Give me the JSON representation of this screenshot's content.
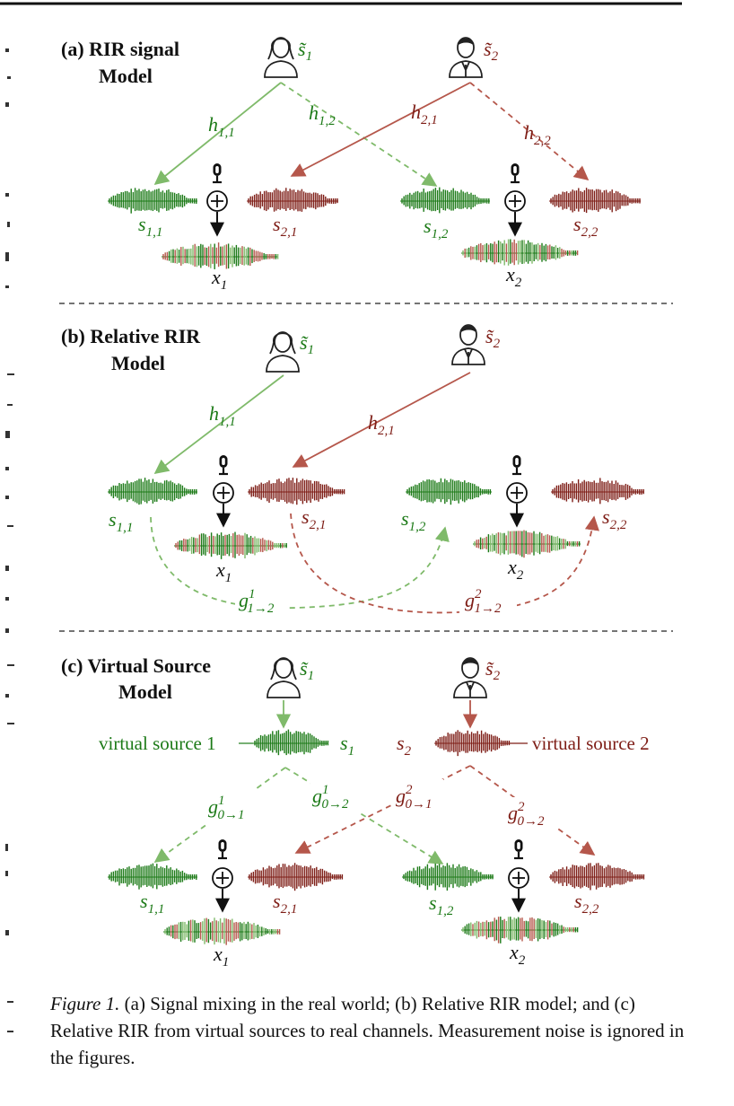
{
  "panels": [
    {
      "title_line1": "(a) RIR signal",
      "title_line2": "Model",
      "src1": "s̃",
      "src1_sub": "1",
      "src2": "s̃",
      "src2_sub": "2",
      "edges": [
        {
          "sym": "h",
          "sub": "1,1"
        },
        {
          "sym": "h",
          "sub": "1,2"
        },
        {
          "sym": "h",
          "sub": "2,1"
        },
        {
          "sym": "h",
          "sub": "2,2"
        }
      ],
      "wave_labels": [
        {
          "sym": "s",
          "sub": "1,1"
        },
        {
          "sym": "s",
          "sub": "2,1"
        },
        {
          "sym": "s",
          "sub": "1,2"
        },
        {
          "sym": "s",
          "sub": "2,2"
        }
      ],
      "mix_labels": [
        {
          "sym": "x",
          "sub": "1"
        },
        {
          "sym": "x",
          "sub": "2"
        }
      ]
    },
    {
      "title_line1": "(b) Relative RIR",
      "title_line2": "Model",
      "src1": "s̃",
      "src1_sub": "1",
      "src2": "s̃",
      "src2_sub": "2",
      "edges": [
        {
          "sym": "h",
          "sub": "1,1"
        },
        {
          "sym": "h",
          "sub": "2,1"
        }
      ],
      "wave_labels": [
        {
          "sym": "s",
          "sub": "1,1"
        },
        {
          "sym": "s",
          "sub": "2,1"
        },
        {
          "sym": "s",
          "sub": "1,2"
        },
        {
          "sym": "s",
          "sub": "2,2"
        }
      ],
      "mix_labels": [
        {
          "sym": "x",
          "sub": "1"
        },
        {
          "sym": "x",
          "sub": "2"
        }
      ],
      "relative": [
        {
          "sym": "g",
          "sup": "1",
          "sub": "1→2"
        },
        {
          "sym": "g",
          "sup": "2",
          "sub": "1→2"
        }
      ]
    },
    {
      "title_line1": "(c) Virtual Source",
      "title_line2": "Model",
      "src1": "s̃",
      "src1_sub": "1",
      "src2": "s̃",
      "src2_sub": "2",
      "virtual1_text": "virtual source 1",
      "virtual2_text": "virtual source 2",
      "virtual1_sym": {
        "sym": "s",
        "sub": "1"
      },
      "virtual2_sym": {
        "sym": "s",
        "sub": "2"
      },
      "edges": [
        {
          "sym": "g",
          "sup": "1",
          "sub": "0→1"
        },
        {
          "sym": "g",
          "sup": "1",
          "sub": "0→2"
        },
        {
          "sym": "g",
          "sup": "2",
          "sub": "0→1"
        },
        {
          "sym": "g",
          "sup": "2",
          "sub": "0→2"
        }
      ],
      "wave_labels": [
        {
          "sym": "s",
          "sub": "1,1"
        },
        {
          "sym": "s",
          "sub": "2,1"
        },
        {
          "sym": "s",
          "sub": "1,2"
        },
        {
          "sym": "s",
          "sub": "2,2"
        }
      ],
      "mix_labels": [
        {
          "sym": "x",
          "sub": "1"
        },
        {
          "sym": "x",
          "sub": "2"
        }
      ]
    }
  ],
  "caption": {
    "label": "Figure 1.",
    "text": "(a) Signal mixing in the real world; (b) Relative RIR model; and (c) Relative RIR from virtual sources to real channels. Measurement noise is ignored in the figures."
  },
  "colors": {
    "green": "#1c7a17",
    "light_green": "#7fba6a",
    "red": "#7e1d16",
    "light_red": "#b5574b"
  },
  "icons": [
    "woman-speaker-icon",
    "man-speaker-icon",
    "microphone-icon",
    "sum-icon"
  ]
}
